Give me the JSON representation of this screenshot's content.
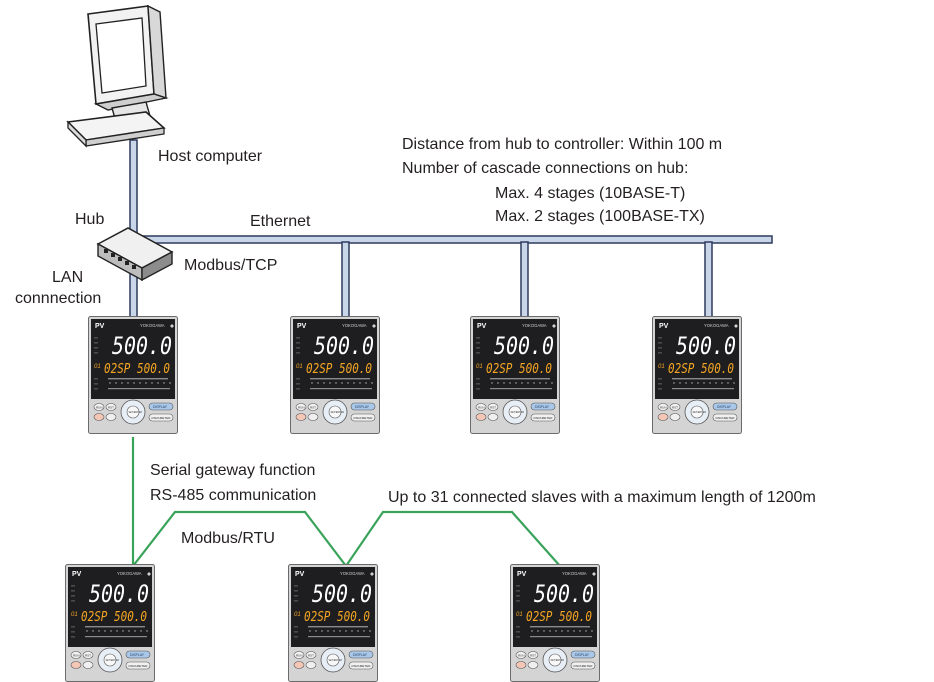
{
  "labels": {
    "host_computer": "Host computer",
    "hub": "Hub",
    "ethernet": "Ethernet",
    "modbus_tcp": "Modbus/TCP",
    "lan_connection_line1": "LAN",
    "lan_connection_line2": "connnection",
    "distance_note": "Distance from hub to controller:  Within 100 m",
    "cascade_note": "Number of cascade connections on hub:",
    "cascade_10base": "Max. 4 stages (10BASE-T)",
    "cascade_100base": "Max. 2 stages (100BASE-TX)",
    "serial_gateway": "Serial gateway function",
    "rs485": "RS-485 communication",
    "slaves_note": "Up to 31 connected slaves with a maximum length of 1200m",
    "modbus_rtu": "Modbus/RTU"
  },
  "controller": {
    "pv_label": "PV",
    "brand": "YOKOGAWA",
    "pv_value": "500.0",
    "loop_tag": "01",
    "sp_value": "02SP 500.0",
    "display_key": "DISPLAY",
    "parameter_key": "PARAMETER",
    "set_enter_key": "SET/ENTER",
    "run_key": "RUN",
    "rst_key": "RST"
  },
  "colors": {
    "ethernet_line": "#2e3a5c",
    "ethernet_fill": "#c9d6ea",
    "rs485_line": "#3aa35a",
    "pv_display": "#ffffff",
    "sp_display": "#f5a623",
    "controller_body": "#1e1e20"
  }
}
